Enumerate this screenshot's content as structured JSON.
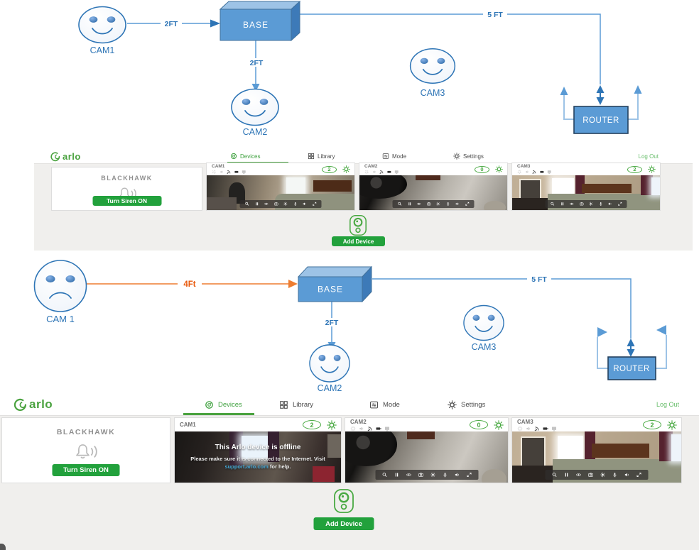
{
  "colors": {
    "arlo_green": "#49a942",
    "button_green": "#22a13c",
    "diagram_blue": "#5b9bd5",
    "diagram_dark_blue": "#2e75b6",
    "diagram_light_blue": "#9dc3e6",
    "orange": "#ed7d31",
    "offline_link_blue": "#45a7d6",
    "content_gray": "#f0efed"
  },
  "diagram1": {
    "cam1_label": "CAM1",
    "cam2_label": "CAM2",
    "cam3_label": "CAM3",
    "base_label": "BASE",
    "router_label": "ROUTER",
    "cam1_base_distance": "2FT",
    "base_cam2_distance": "2FT",
    "base_router_distance": "5 FT"
  },
  "diagram2": {
    "cam1_label": "CAM 1",
    "cam2_label": "CAM2",
    "cam3_label": "CAM3",
    "base_label": "BASE",
    "router_label": "ROUTER",
    "cam1_base_distance": "4Ft",
    "base_cam2_distance": "2FT",
    "base_router_distance": "5 FT"
  },
  "app1": {
    "logo_text": "arlo",
    "nav": {
      "devices": "Devices",
      "library": "Library",
      "mode": "Mode",
      "settings": "Settings",
      "logout": "Log Out"
    },
    "siren_card": {
      "title": "BLACKHAWK",
      "button_label": "Turn Siren ON"
    },
    "cameras": [
      {
        "name": "CAM1",
        "badge": "2"
      },
      {
        "name": "CAM2",
        "badge": "0"
      },
      {
        "name": "CAM3",
        "badge": "2"
      }
    ],
    "add_device_label": "Add Device"
  },
  "app2": {
    "logo_text": "arlo",
    "nav": {
      "devices": "Devices",
      "library": "Library",
      "mode": "Mode",
      "settings": "Settings",
      "logout": "Log Out"
    },
    "siren_card": {
      "title": "BLACKHAWK",
      "button_label": "Turn Siren ON"
    },
    "cameras": [
      {
        "name": "CAM1",
        "badge": "2",
        "offline": {
          "title": "This Arlo device is offline",
          "line1": "Please make sure it is connected to the Internet. Visit",
          "link": "support.arlo.com",
          "line2": "for help."
        }
      },
      {
        "name": "CAM2",
        "badge": "0"
      },
      {
        "name": "CAM3",
        "badge": "2"
      }
    ],
    "add_device_label": "Add Device"
  }
}
